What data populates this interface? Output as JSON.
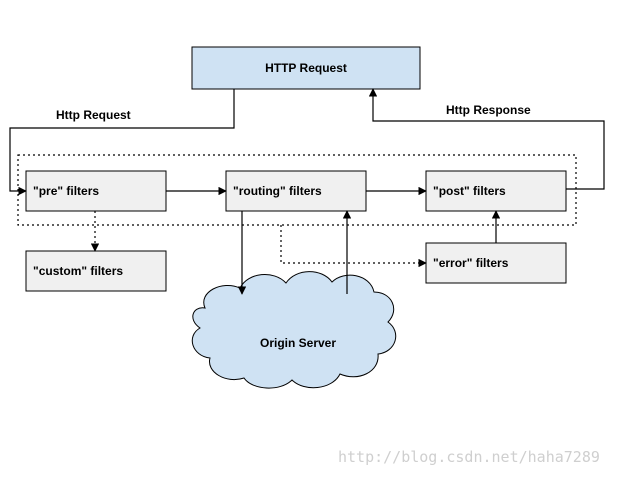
{
  "nodes": {
    "http_request": "HTTP Request",
    "pre_filters": "\"pre\" filters",
    "routing_filters": "\"routing\" filters",
    "post_filters": "\"post\" filters",
    "custom_filters": "\"custom\" filters",
    "error_filters": "\"error\" filters",
    "origin_server": "Origin Server"
  },
  "edge_labels": {
    "http_request": "Http Request",
    "http_response": "Http Response"
  },
  "colors": {
    "blue_fill": "#cfe2f3",
    "gray_fill": "#f0f0f0",
    "stroke": "#000000"
  },
  "watermark": "http://blog.csdn.net/haha7289"
}
